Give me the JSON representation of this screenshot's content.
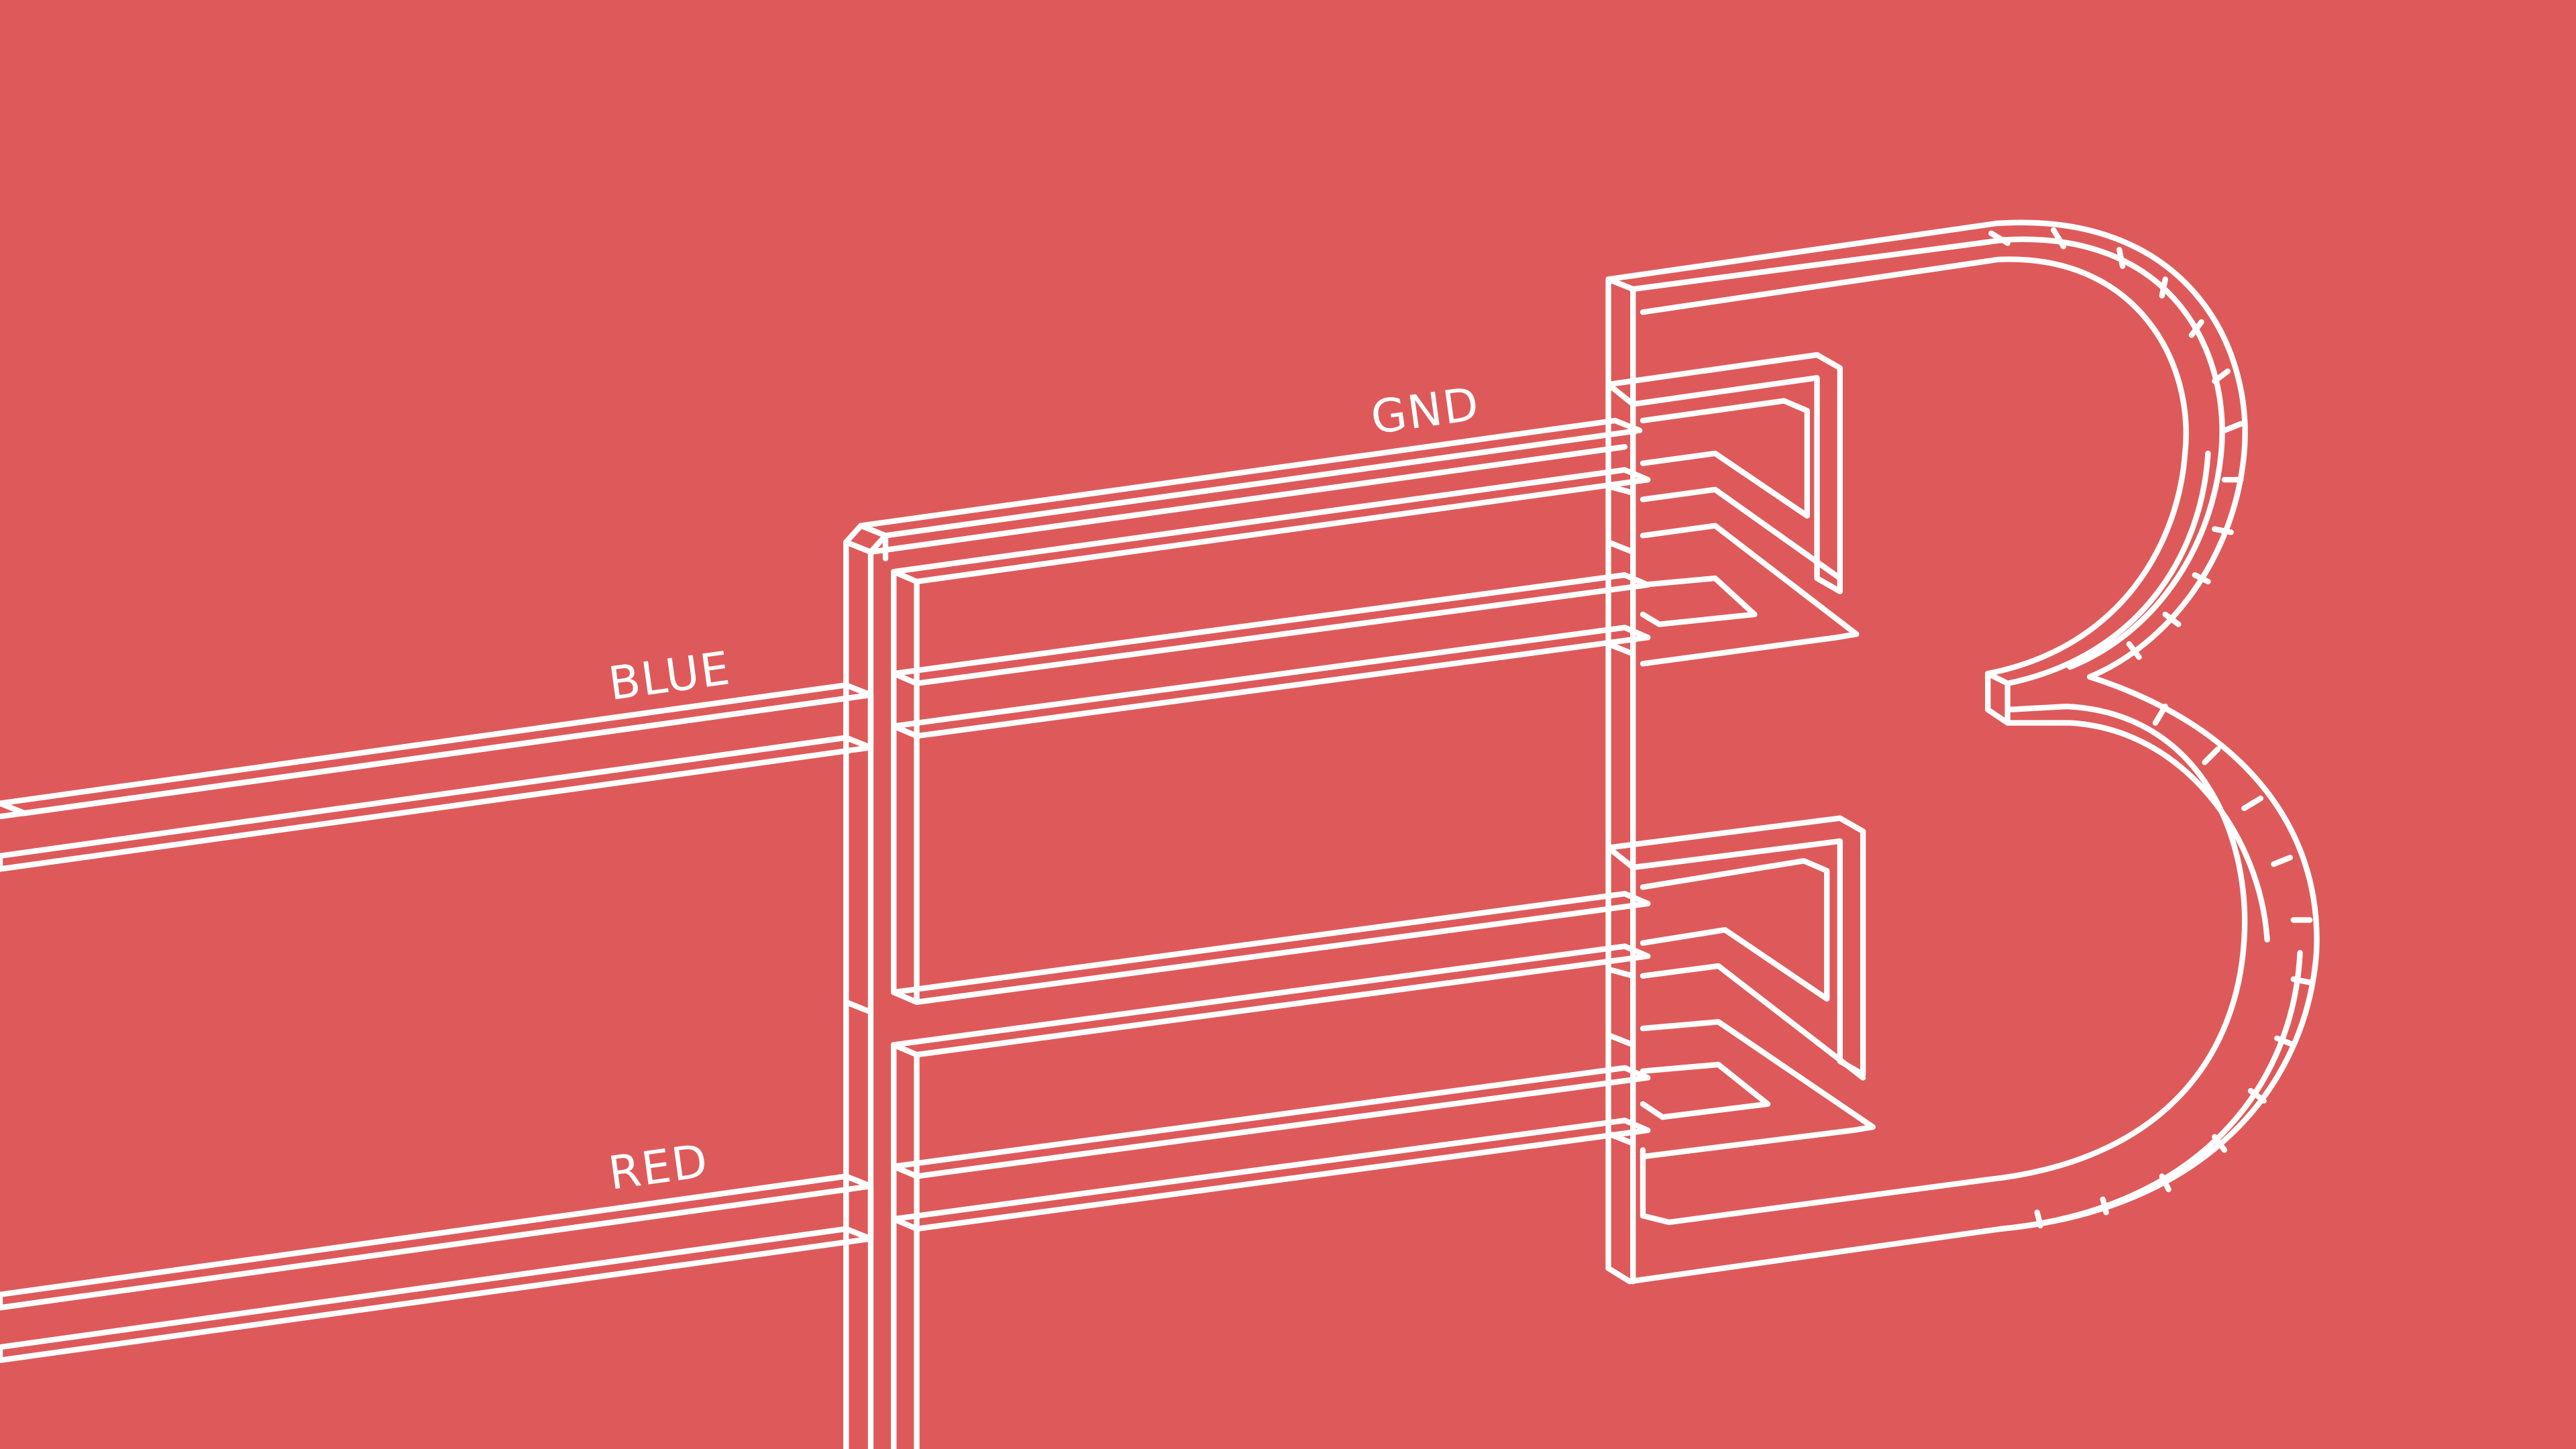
{
  "colors": {
    "background": "#de5a5a",
    "stroke": "#ffffff"
  },
  "labels": {
    "gnd": "GND",
    "blue": "BLUE",
    "red": "RED"
  }
}
